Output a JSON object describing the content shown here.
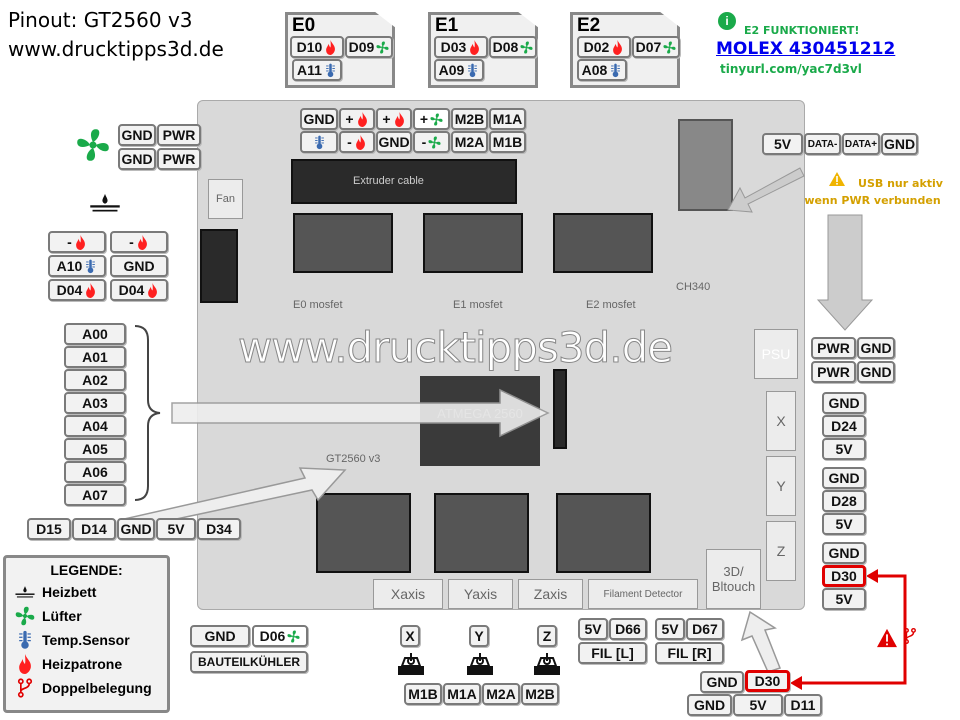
{
  "header": {
    "title": "Pinout: GT2560 v3",
    "site": "www.drucktipps3d.de"
  },
  "extruders": [
    {
      "name": "E0",
      "heater": "D10",
      "fan": "D09",
      "temp": "A11"
    },
    {
      "name": "E1",
      "heater": "D03",
      "fan": "D08",
      "temp": "A09"
    },
    {
      "name": "E2",
      "heater": "D02",
      "fan": "D07",
      "temp": "A08"
    }
  ],
  "info": {
    "note": "E2 FUNKTIONIERT!",
    "molex": "MOLEX 430451212",
    "url": "tinyurl.com/yac7d3vl"
  },
  "colors": {
    "flame": "#ff2020",
    "fan": "#1aaa4a",
    "temp": "#3a6ab0",
    "warn": "#e00000",
    "info": "#1aaa4a",
    "link": "#0000ee",
    "usb_warn": "#d4a000"
  },
  "extruder_cable": {
    "row1": [
      "GND",
      "+",
      "+",
      "+",
      "M2B",
      "M1A"
    ],
    "row2": [
      "",
      "-",
      "GND",
      "-",
      "M2A",
      "M1B"
    ]
  },
  "fan_header": {
    "rows": [
      [
        "GND",
        "PWR"
      ],
      [
        "GND",
        "PWR"
      ]
    ]
  },
  "heatbed": {
    "cells": [
      "-",
      "-",
      "A10",
      "GND",
      "D04",
      "D04"
    ]
  },
  "analog": [
    "A00",
    "A01",
    "A02",
    "A03",
    "A04",
    "A05",
    "A06",
    "A07"
  ],
  "aux_row": [
    "D15",
    "D14",
    "GND",
    "5V",
    "D34"
  ],
  "usb": {
    "pins": [
      "5V",
      "DATA-",
      "DATA+",
      "GND"
    ],
    "warning": "USB nur aktiv wenn PWR verbunden"
  },
  "psu": {
    "rows": [
      [
        "PWR",
        "GND"
      ],
      [
        "PWR",
        "GND"
      ]
    ]
  },
  "endstop_x": [
    "GND",
    "D24",
    "5V"
  ],
  "endstop_y": [
    "GND",
    "D28",
    "5V"
  ],
  "endstop_z": [
    "GND",
    "D30",
    "5V"
  ],
  "part_fan": {
    "gnd": "GND",
    "pin": "D06",
    "label": "BAUTEILKÜHLER"
  },
  "motors": {
    "axes": [
      "X",
      "Y",
      "Z"
    ],
    "pins": [
      "M1B",
      "M1A",
      "M2A",
      "M2B"
    ]
  },
  "filament": {
    "left": [
      "5V",
      "D66",
      "FIL [L]"
    ],
    "right": [
      "5V",
      "D67",
      "FIL [R]"
    ]
  },
  "bltouch": {
    "row1": [
      "GND",
      "D30"
    ],
    "row2": [
      "GND",
      "5V",
      "D11"
    ]
  },
  "board": {
    "watermark": "www.drucktipps3d.de",
    "labels": [
      "Fan",
      "Extruder cable",
      "E0 mosfet",
      "E1 mosfet",
      "E2 mosfet",
      "ATMEGA 2560",
      "GT2560 v3",
      "PSU",
      "CH340",
      "X",
      "Y",
      "Z",
      "Xaxis",
      "Yaxis",
      "Zaxis",
      "Filament Detector",
      "3D/ Bltouch"
    ]
  },
  "legend": {
    "title": "LEGENDE:",
    "items": [
      "Heizbett",
      "Lüfter",
      "Temp.Sensor",
      "Heizpatrone",
      "Doppelbelegung"
    ]
  }
}
